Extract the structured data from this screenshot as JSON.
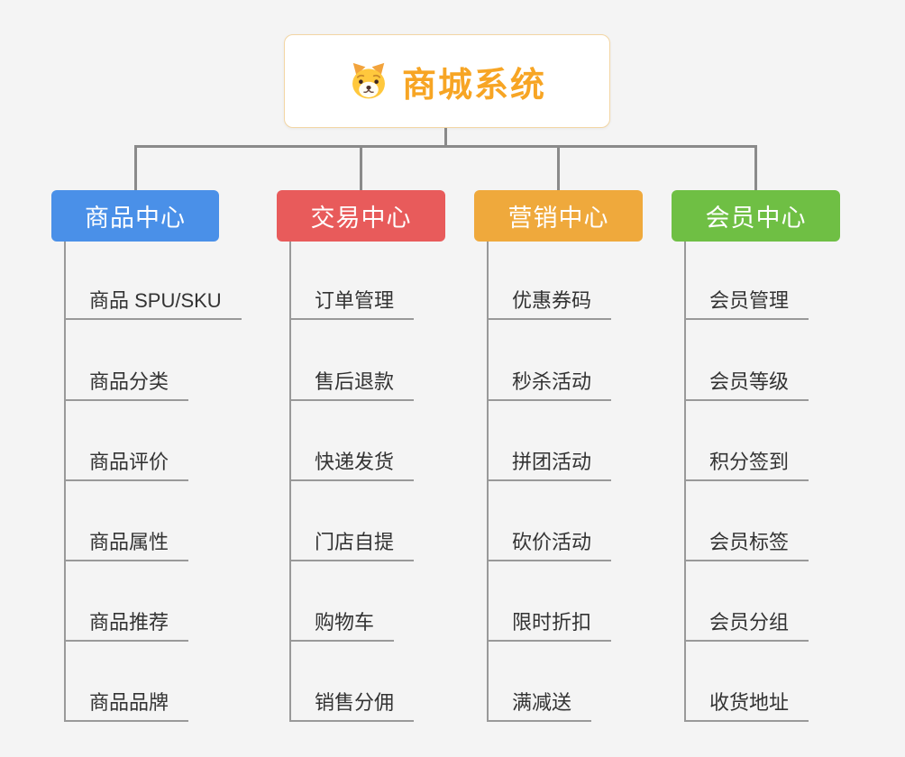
{
  "root": {
    "title": "商城系统",
    "icon": "dog-face-icon",
    "title_color": "#f7a524",
    "border_color": "#f3d6a4"
  },
  "theme": {
    "background": "#f4f4f4",
    "connector_color": "#8a8a8a",
    "underline_color": "#999999",
    "child_text_color": "#333333"
  },
  "branches": [
    {
      "label": "商品中心",
      "color": "#4a90e8",
      "children": [
        "商品 SPU/SKU",
        "商品分类",
        "商品评价",
        "商品属性",
        "商品推荐",
        "商品品牌"
      ]
    },
    {
      "label": "交易中心",
      "color": "#e85b5b",
      "children": [
        "订单管理",
        "售后退款",
        "快递发货",
        "门店自提",
        "购物车",
        "销售分佣"
      ]
    },
    {
      "label": "营销中心",
      "color": "#efa93c",
      "children": [
        "优惠券码",
        "秒杀活动",
        "拼团活动",
        "砍价活动",
        "限时折扣",
        "满减送"
      ]
    },
    {
      "label": "会员中心",
      "color": "#6fbf44",
      "children": [
        "会员管理",
        "会员等级",
        "积分签到",
        "会员标签",
        "会员分组",
        "收货地址"
      ]
    }
  ]
}
